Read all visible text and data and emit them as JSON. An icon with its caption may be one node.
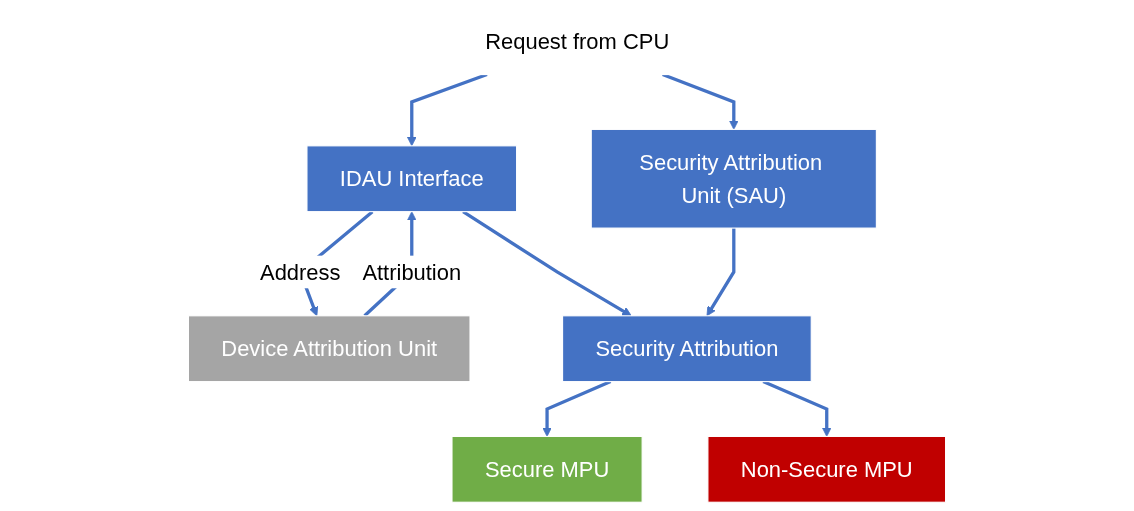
{
  "diagram": {
    "nodes": [
      {
        "text": [
          "Request from CPU"
        ]
      },
      {
        "text": [
          "Device Attribution Unit"
        ]
      },
      {
        "text": [
          "IDAU Interface"
        ]
      },
      {
        "text": [
          "Security Attribution Unit (SAU)"
        ]
      },
      {
        "text": [
          "Security Attribution"
        ]
      },
      {
        "text": [
          "Secure MPU"
        ]
      },
      {
        "text": [
          "Non-Secure MPU"
        ]
      }
    ],
    "edges": [
      {
        "from": 0,
        "to": 2,
        "arrow": "to"
      },
      {
        "from": 0,
        "to": 3,
        "arrow": "to"
      },
      {
        "from": 2,
        "to": 1,
        "arrow": "to",
        "label": "Address"
      },
      {
        "from": 1,
        "to": 2,
        "arrow": "to",
        "label": "Attribution"
      },
      {
        "from": 2,
        "to": 4,
        "arrow": "to"
      },
      {
        "from": 3,
        "to": 4,
        "arrow": "to"
      },
      {
        "from": 4,
        "to": 5,
        "arrow": "to"
      },
      {
        "from": 4,
        "to": 6,
        "arrow": "to"
      }
    ]
  }
}
